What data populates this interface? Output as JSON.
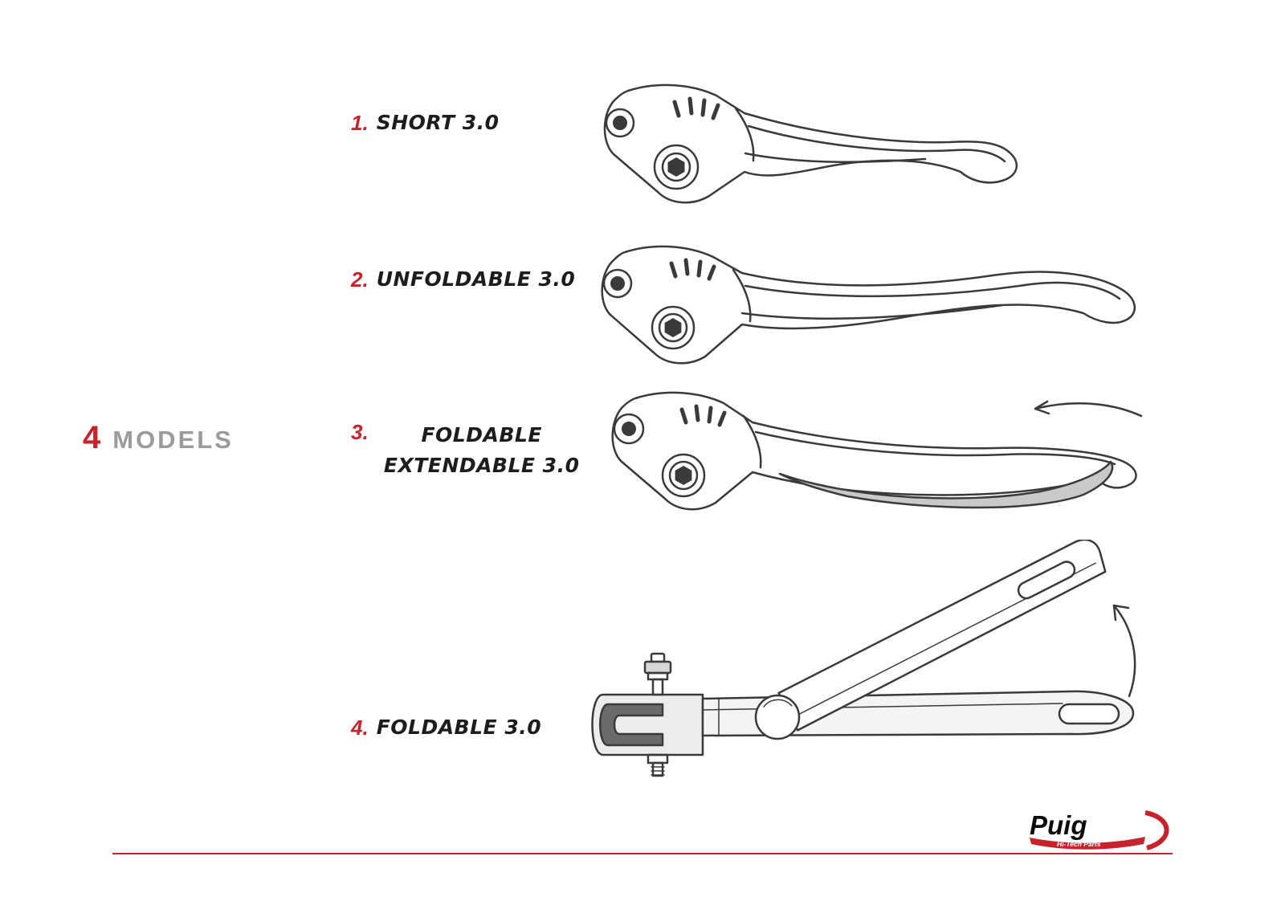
{
  "heading": {
    "count": "4",
    "label": "MODELS"
  },
  "models": [
    {
      "number": "1.",
      "label": "SHORT 3.0"
    },
    {
      "number": "2.",
      "label": "UNFOLDABLE 3.0"
    },
    {
      "number": "3.",
      "label": "FOLDABLE EXTENDABLE 3.0"
    },
    {
      "number": "4.",
      "label": "FOLDABLE 3.0"
    }
  ],
  "footer": {
    "brand": "Puig",
    "tagline": "Hi-Tech Parts"
  },
  "colors": {
    "accent_red": "#c8232c",
    "heading_gray": "#9b9b9b",
    "line_dark": "#3a3a3a",
    "shade_gray": "#c9c9c9"
  }
}
